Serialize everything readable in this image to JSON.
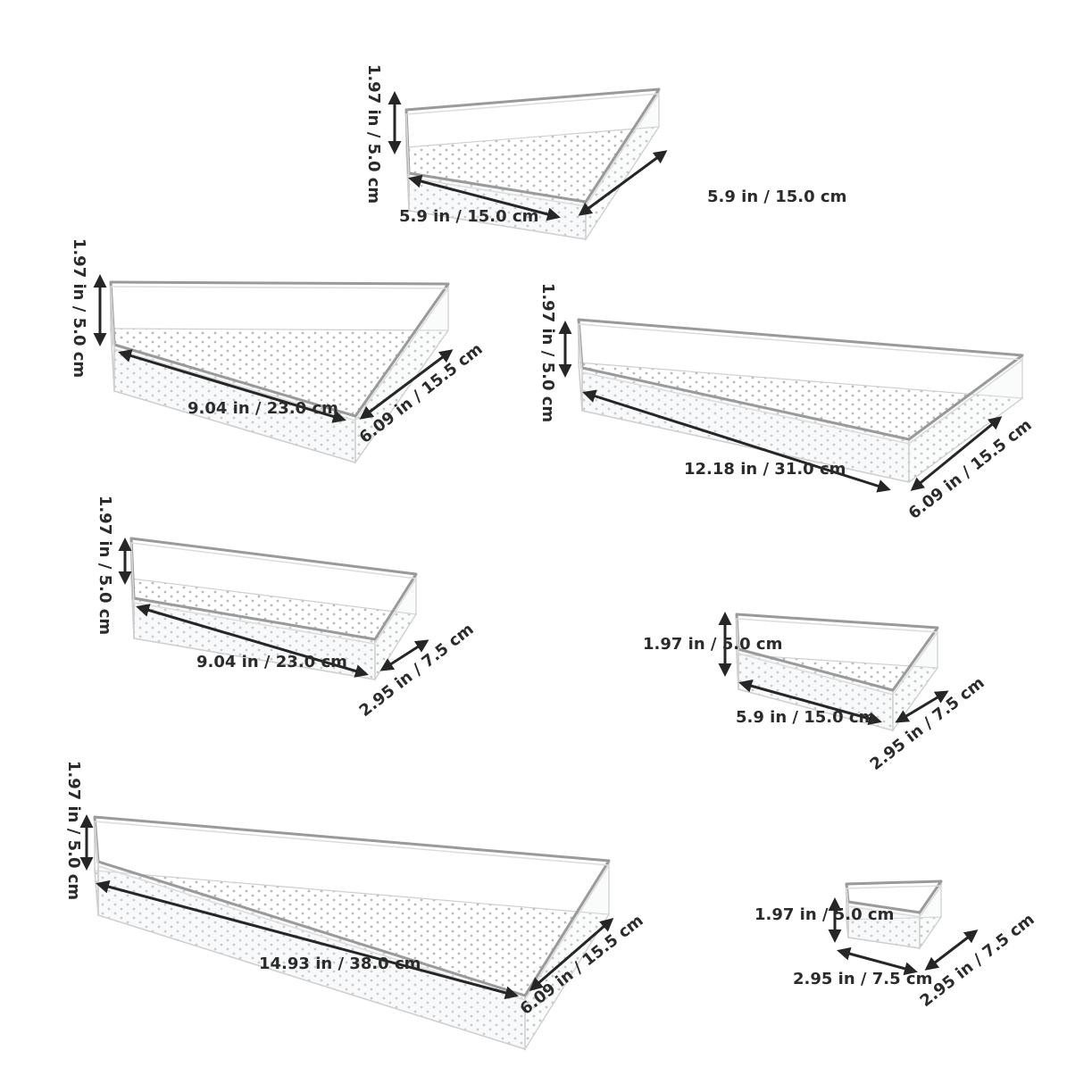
{
  "colors": {
    "background": "#ffffff",
    "tray_edge": "#cfcfcf",
    "tray_rim": "#9a9a9a",
    "dots": "#b8b8b8",
    "arrow": "#262626",
    "text": "#2b2b2b"
  },
  "trays": [
    {
      "name": "square-tray-large",
      "height_label": "1.97 in / 5.0 cm",
      "length_label": "5.9 in / 15.0 cm",
      "width_label": "5.9 in / 15.0 cm"
    },
    {
      "name": "medium-wide-tray",
      "height_label": "1.97 in / 5.0 cm",
      "length_label": "9.04 in / 23.0 cm",
      "width_label": "6.09 in / 15.5 cm"
    },
    {
      "name": "long-wide-tray",
      "height_label": "1.97 in / 5.0 cm",
      "length_label": "12.18 in / 31.0 cm",
      "width_label": "6.09 in / 15.5 cm"
    },
    {
      "name": "medium-narrow-tray",
      "height_label": "1.97 in / 5.0 cm",
      "length_label": "9.04 in / 23.0 cm",
      "width_label": "2.95 in / 7.5 cm"
    },
    {
      "name": "small-rect-tray",
      "height_label": "1.97 in / 5.0 cm",
      "length_label": "5.9 in / 15.0 cm",
      "width_label": "2.95 in / 7.5 cm"
    },
    {
      "name": "extra-long-tray",
      "height_label": "1.97 in / 5.0 cm",
      "length_label": "14.93 in / 38.0 cm",
      "width_label": "6.09 in / 15.5 cm"
    },
    {
      "name": "mini-square-tray",
      "height_label": "1.97 in / 5.0 cm",
      "length_label": "2.95 in / 7.5 cm",
      "width_label": "2.95 in / 7.5 cm"
    }
  ]
}
